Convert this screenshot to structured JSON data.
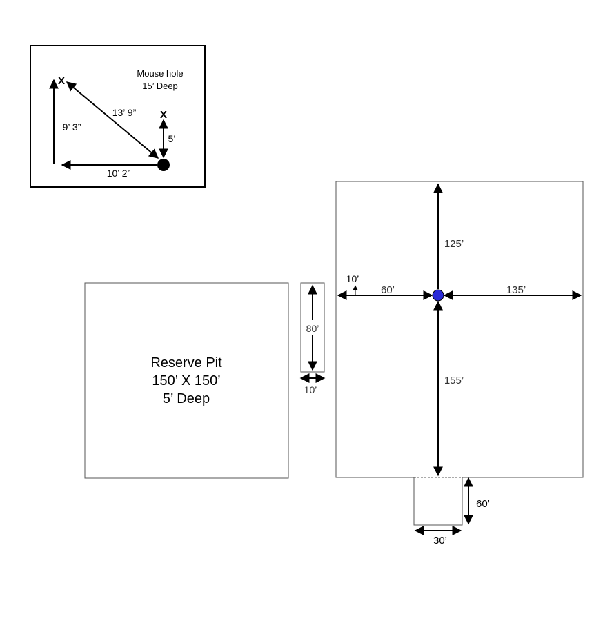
{
  "inset": {
    "mouse_hole_line1": "Mouse hole",
    "mouse_hole_line2": "15’ Deep",
    "x_mark_left": "X",
    "x_mark_right": "X",
    "diag_label": "13’ 9”",
    "vert_label": "9’ 3”",
    "small_vert_label": "5’",
    "horiz_label": "10’ 2”"
  },
  "reserve_pit": {
    "line1": "Reserve Pit",
    "line2": "150’ X 150’",
    "line3": "5’ Deep"
  },
  "narrow_strip": {
    "height_label": "80’",
    "width_label": "10’"
  },
  "pad": {
    "top_label": "125’",
    "bottom_label": "155’",
    "left_label": "60’",
    "right_label": "135’",
    "small_offset_label": "10’",
    "well_color": "#2a2ad8"
  },
  "ramp": {
    "height_label": "60’",
    "width_label": "30’"
  }
}
